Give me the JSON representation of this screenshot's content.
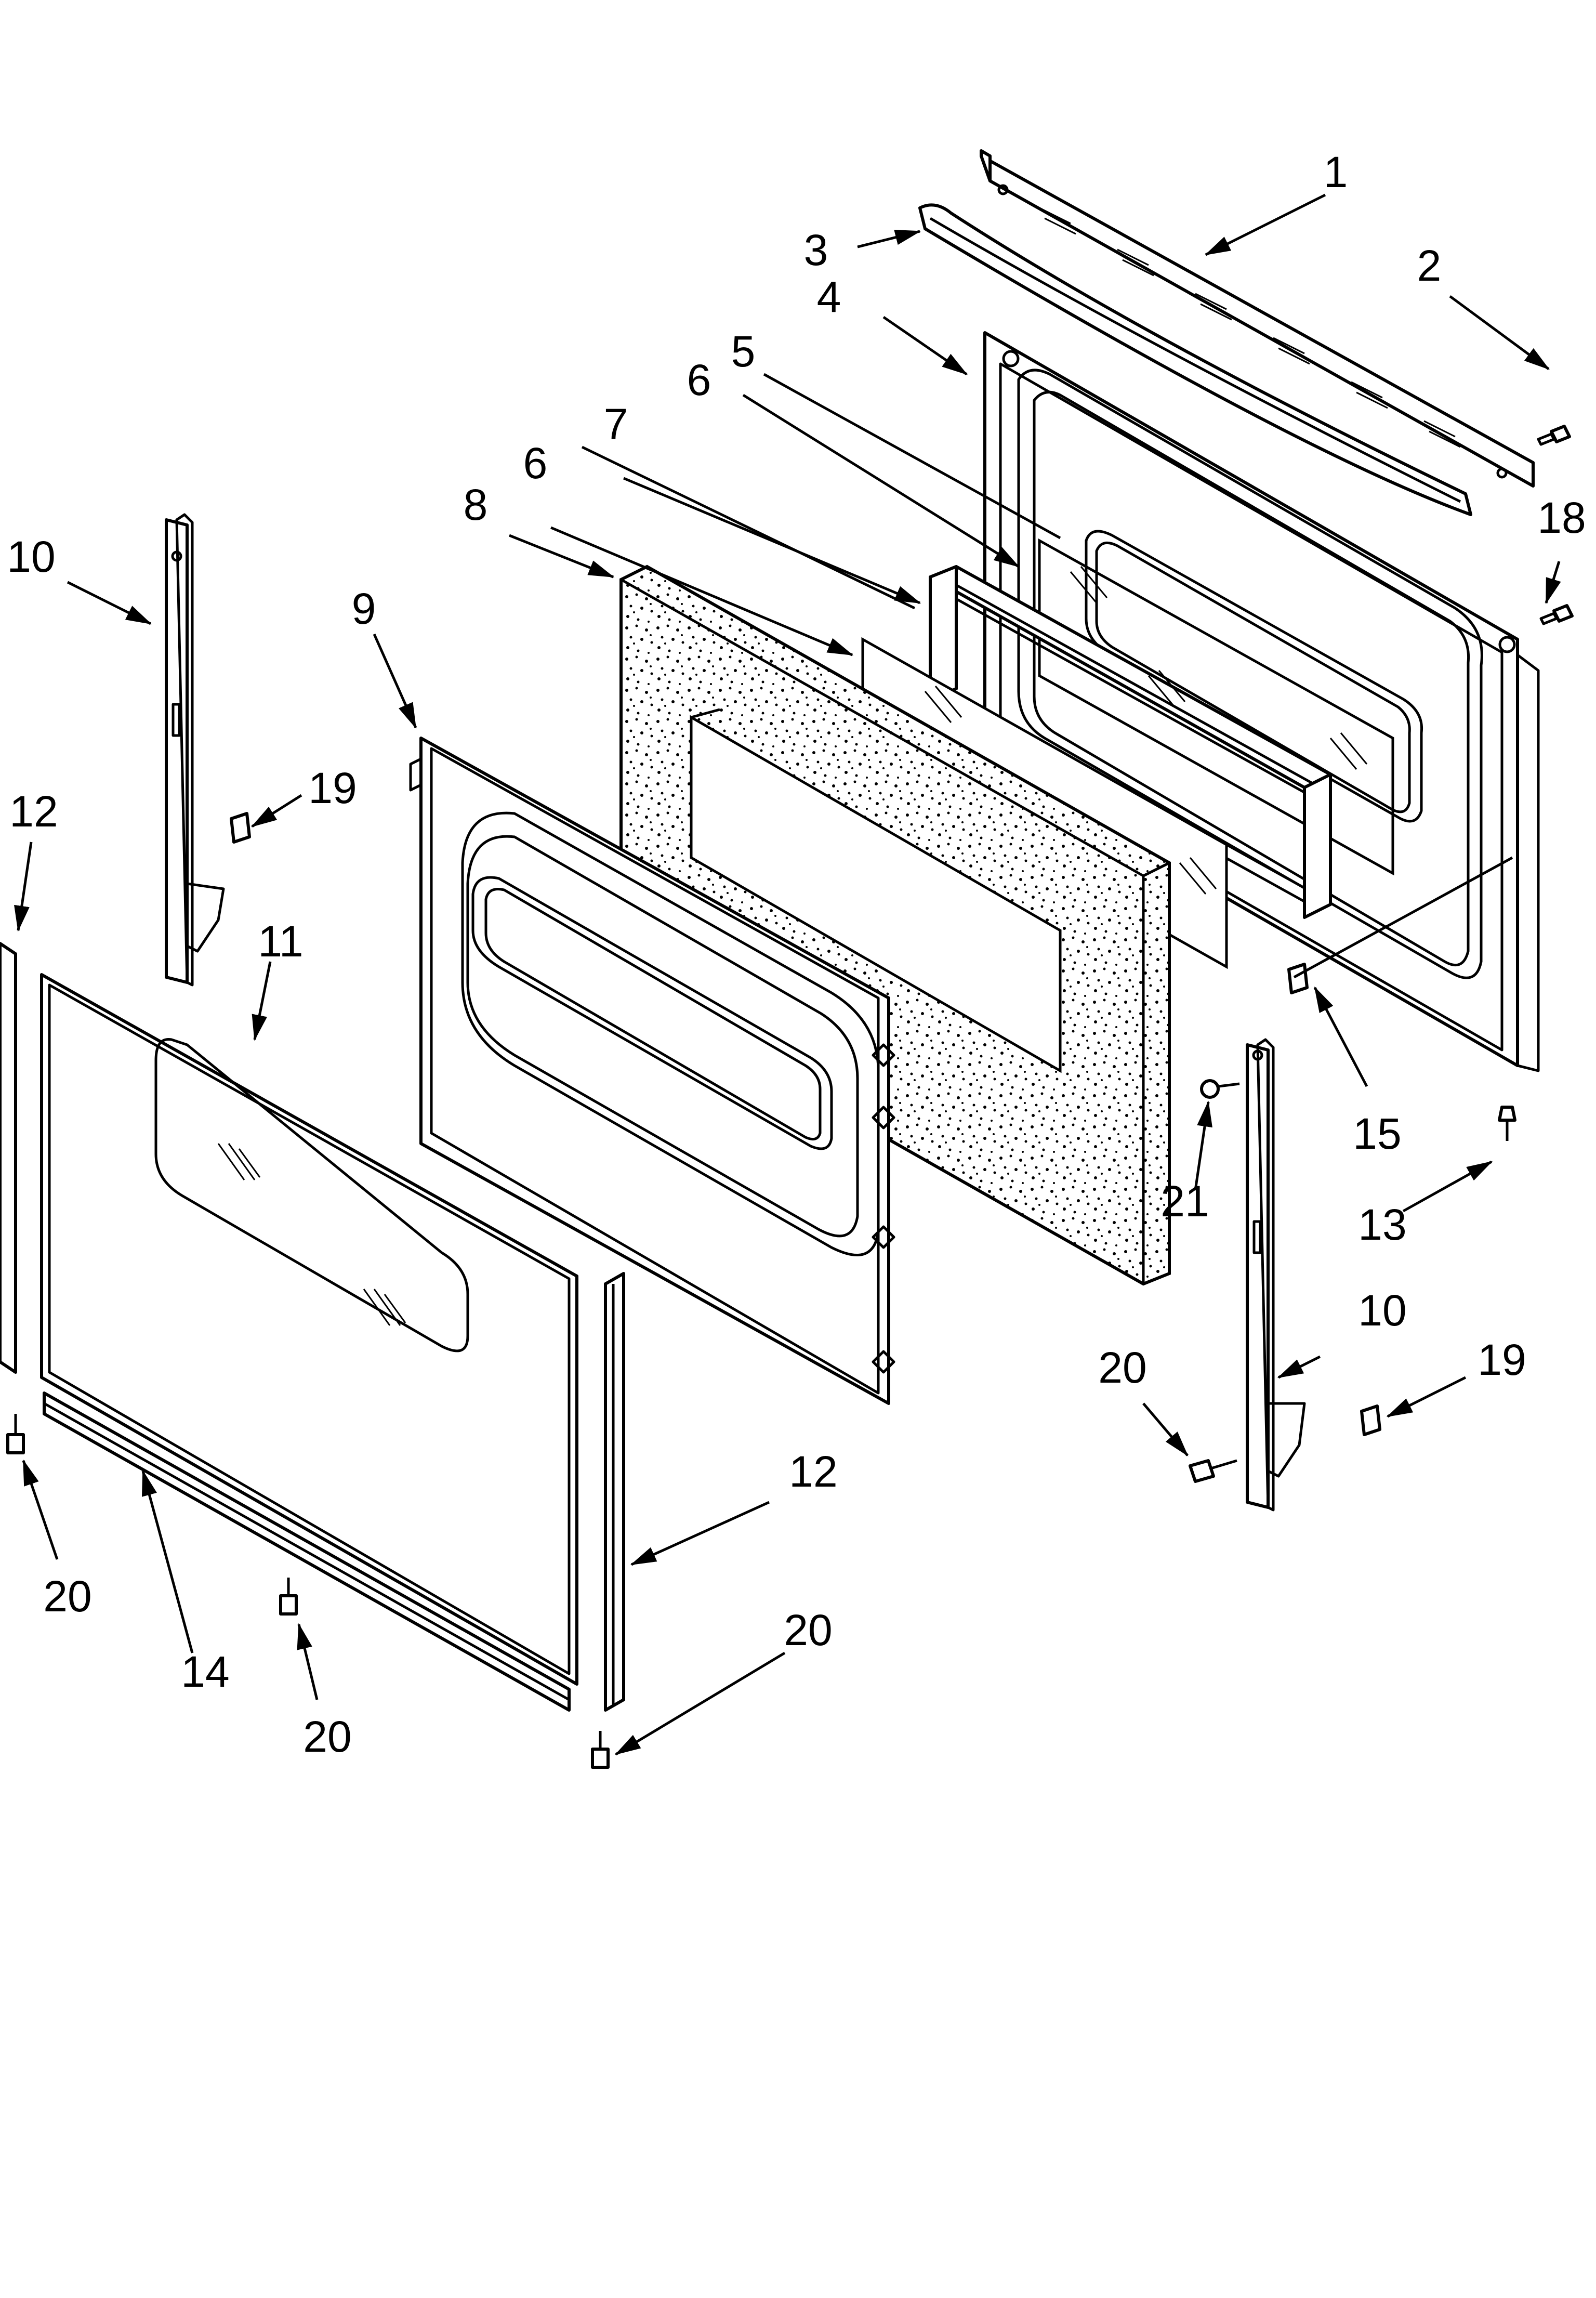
{
  "diagram": {
    "callouts": [
      {
        "id": "c1",
        "label": "1"
      },
      {
        "id": "c2",
        "label": "2"
      },
      {
        "id": "c3",
        "label": "3"
      },
      {
        "id": "c4",
        "label": "4"
      },
      {
        "id": "c5",
        "label": "5"
      },
      {
        "id": "c6a",
        "label": "6"
      },
      {
        "id": "c6b",
        "label": "6"
      },
      {
        "id": "c7",
        "label": "7"
      },
      {
        "id": "c8",
        "label": "8"
      },
      {
        "id": "c9",
        "label": "9"
      },
      {
        "id": "c10a",
        "label": "10"
      },
      {
        "id": "c10b",
        "label": "10"
      },
      {
        "id": "c11",
        "label": "11"
      },
      {
        "id": "c12a",
        "label": "12"
      },
      {
        "id": "c12b",
        "label": "12"
      },
      {
        "id": "c13",
        "label": "13"
      },
      {
        "id": "c14",
        "label": "14"
      },
      {
        "id": "c15",
        "label": "15"
      },
      {
        "id": "c18",
        "label": "18"
      },
      {
        "id": "c19a",
        "label": "19"
      },
      {
        "id": "c19b",
        "label": "19"
      },
      {
        "id": "c20a",
        "label": "20"
      },
      {
        "id": "c20b",
        "label": "20"
      },
      {
        "id": "c20c",
        "label": "20"
      },
      {
        "id": "c20d",
        "label": "20"
      },
      {
        "id": "c21",
        "label": "21"
      }
    ]
  }
}
